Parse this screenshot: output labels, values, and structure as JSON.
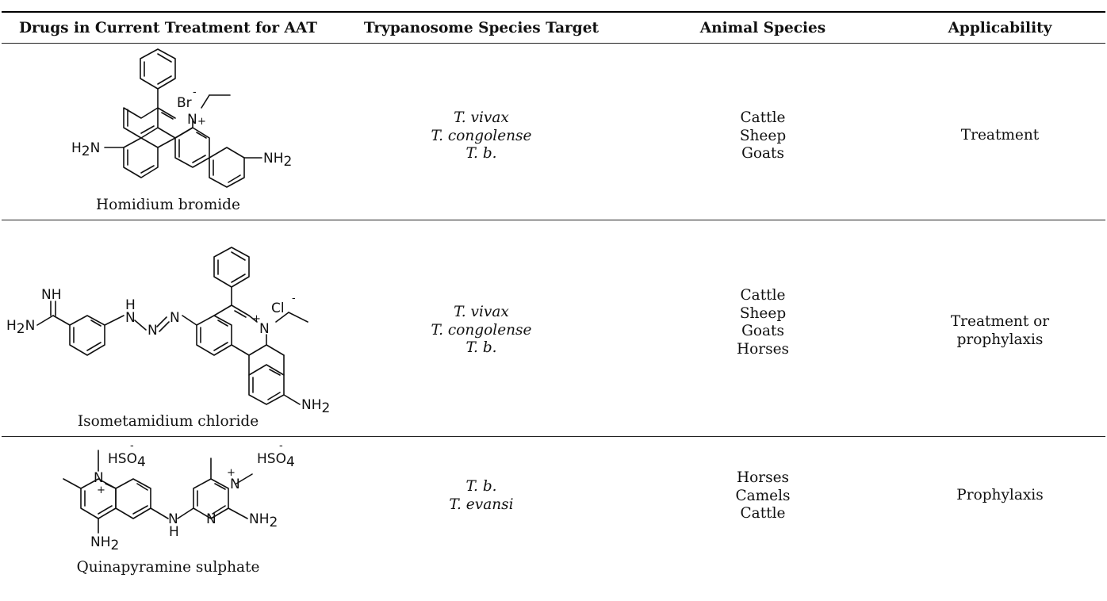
{
  "table": {
    "headers": [
      "Drugs in Current Treatment for AAT",
      "Trypanosome Species Target",
      "Animal Species",
      "Applicability"
    ],
    "rows": [
      {
        "drug": "Homidium bromide",
        "species_target": [
          "T. vivax",
          "T. congolense",
          "T. b."
        ],
        "animals": [
          "Cattle",
          "Sheep",
          "Goats"
        ],
        "applicability": [
          "Treatment"
        ]
      },
      {
        "drug": "Isometamidium chloride",
        "species_target": [
          "T. vivax",
          "T. congolense",
          "T. b."
        ],
        "animals": [
          "Cattle",
          "Sheep",
          "Goats",
          "Horses"
        ],
        "applicability": [
          "Treatment or",
          "prophylaxis"
        ]
      },
      {
        "drug": "Quinapyramine sulphate",
        "species_target": [
          "T. b.",
          "T. evansi"
        ],
        "animals": [
          "Horses",
          "Camels",
          "Cattle"
        ],
        "applicability": [
          "Prophylaxis"
        ]
      }
    ]
  },
  "structures": {
    "homidium": {
      "br": "Br",
      "minus": "-",
      "n": "N",
      "plus": "+",
      "h2n": "H",
      "h2n_sub": "2",
      "h2n_n": "N",
      "nh2": "NH",
      "nh2_sub": "2"
    },
    "isometamidium": {
      "nh": "NH",
      "h2n": "H",
      "h2n_sub": "2",
      "h2n_n": "N",
      "h": "H",
      "n1": "N",
      "n2": "N",
      "n3": "N",
      "n_ring": "N",
      "plus": "+",
      "cl": "Cl",
      "minus": "-",
      "nh2": "NH",
      "nh2_sub": "2"
    },
    "quinapyramine": {
      "hso4_a": "HSO",
      "hso4_a_sub": "4",
      "minus_a": "-",
      "hso4_b": "HSO",
      "hso4_b_sub": "4",
      "minus_b": "-",
      "n_q": "N",
      "plus_q": "+",
      "n_p": "N",
      "plus_p": "+",
      "nh": "N",
      "h": "H",
      "n_pm": "N",
      "nh2_a": "NH",
      "nh2_a_sub": "2",
      "nh2_b": "NH",
      "nh2_b_sub": "2"
    }
  }
}
